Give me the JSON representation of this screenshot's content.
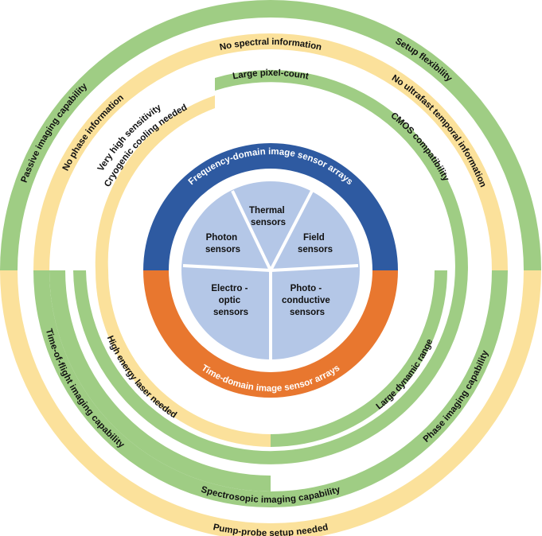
{
  "colors": {
    "green": "#9fcd84",
    "yellow": "#fbe19b",
    "blue": "#2e5aa1",
    "orange": "#e8772f",
    "pie": "#b4c7e7",
    "white": "#ffffff"
  },
  "diagram": {
    "center_sectors": {
      "thermal": "Thermal sensors",
      "photon": "Photon sensors",
      "field": "Field sensors",
      "electro_optic": "Electro - optic sensors",
      "photo_conductive": "Photo - conductive sensors"
    },
    "inner_ring": {
      "top": "Frequency-domain image sensor arrays",
      "bottom": "Time-domain image sensor arrays"
    },
    "ring3": {
      "large_pixel_count": "Large pixel-count",
      "cmos_compatibility": "CMOS compatibility",
      "very_high_sensitivity": "Very high sensitivity",
      "cryogenic_cooling": "Cryogenic cooling needed",
      "high_energy_laser": "High energy laser needed",
      "large_dynamic_range": "Large dynamic range"
    },
    "ring2": {
      "no_spectral": "No spectral information",
      "no_phase": "No phase information",
      "no_ultrafast": "No ultrafast temporal information",
      "time_of_flight": "Time-of-flight imaging capability",
      "phase_imaging": "Phase imaging capability",
      "spectroscopic": "Spectrosopic imaging capability"
    },
    "ring1": {
      "setup_flexibility": "Setup flexibility",
      "passive_imaging": "Passive imaging capability",
      "pump_probe": "Pump-probe setup needed"
    }
  }
}
